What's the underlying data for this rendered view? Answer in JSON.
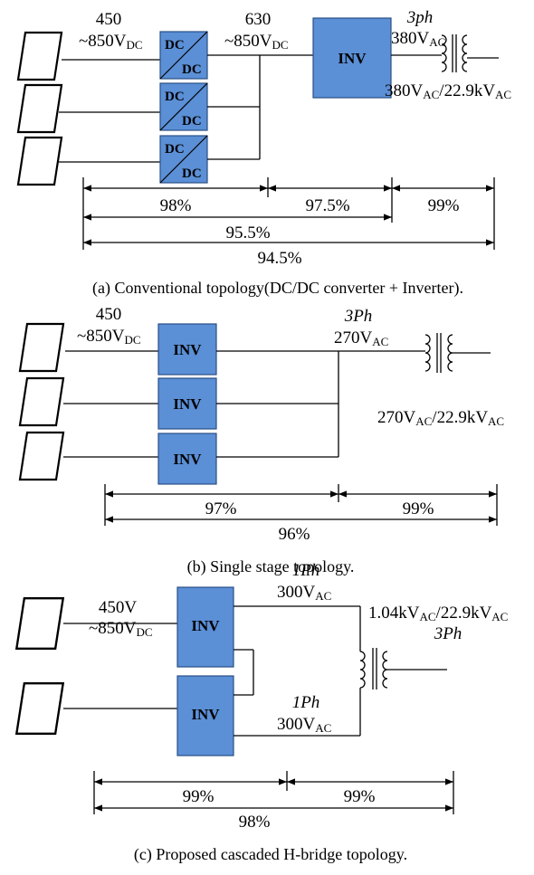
{
  "a": {
    "input_voltage": [
      "450",
      "~850V",
      "DC"
    ],
    "dcdc_voltage": [
      "630",
      "~850V",
      "DC"
    ],
    "dcdc_label": [
      "DC",
      "DC"
    ],
    "inv_label": "INV",
    "phase": "3ph",
    "ac_voltage": [
      "380V",
      "AC"
    ],
    "transformer": [
      "380V",
      "AC",
      "/22.9kV",
      "AC"
    ],
    "eff_dcdc": "98%",
    "eff_inv": "97.5%",
    "eff_tr": "99%",
    "eff_sub": "95.5%",
    "eff_total": "94.5%",
    "caption": "(a) Conventional topology(DC/DC converter + Inverter)."
  },
  "b": {
    "input_voltage": [
      "450",
      "~850V",
      "DC"
    ],
    "inv_label": "INV",
    "phase": "3Ph",
    "ac_voltage": [
      "270V",
      "AC"
    ],
    "transformer": [
      "270V",
      "AC",
      "/22.9kV",
      "AC"
    ],
    "eff_inv": "97%",
    "eff_tr": "99%",
    "eff_total": "96%",
    "caption": "(b) Single stage topology."
  },
  "c": {
    "input_voltage": [
      "450V",
      "~850V",
      "DC"
    ],
    "inv_label": "INV",
    "phase_top": "1Ph",
    "ac_top": [
      "300V",
      "AC"
    ],
    "phase_bot": "1Ph",
    "ac_bot": [
      "300V",
      "AC"
    ],
    "transformer": [
      "1.04kV",
      "AC",
      "/22.9kV",
      "AC"
    ],
    "transformer_phase": "3Ph",
    "eff_inv": "99%",
    "eff_tr": "99%",
    "eff_total": "98%",
    "caption": "(c) Proposed cascaded H-bridge topology."
  }
}
